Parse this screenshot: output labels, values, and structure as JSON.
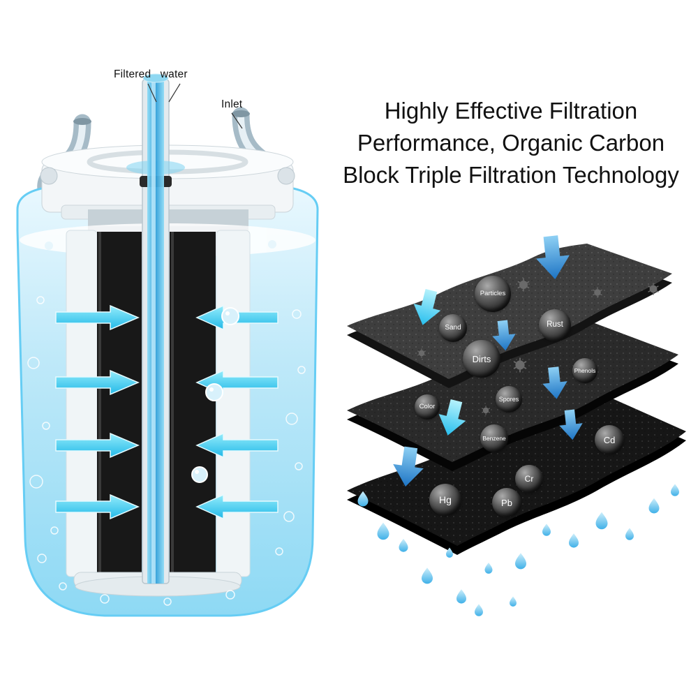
{
  "image_type": "water filter product infographic",
  "filter_labels": {
    "filtered_water": "Filtered water",
    "inlet": "Inlet"
  },
  "headline": {
    "line1": "Highly Effective Filtration",
    "line2": "Performance, Organic Carbon",
    "line3": "Block Triple Filtration Technology"
  },
  "layers": [
    {
      "name": "filtration-stage-1",
      "contaminants": [
        "Particles",
        "Sand",
        "Rust",
        "Dirts"
      ]
    },
    {
      "name": "filtration-stage-2",
      "contaminants": [
        "Phenols",
        "Color",
        "Spores",
        "Benzene"
      ]
    },
    {
      "name": "filtration-stage-3",
      "contaminants": [
        "Cd",
        "Cr",
        "Hg",
        "Pb"
      ]
    }
  ],
  "colors": {
    "water_light": "#d9f1fc",
    "water_deep": "#8ed9f4",
    "arrow_cyan": "#35cdf4",
    "arrow_blue": "#2a8fd8",
    "sheet_dark": "#1a1a1a",
    "droplet_blue": "#49b5e9",
    "text_dark": "#111111"
  }
}
